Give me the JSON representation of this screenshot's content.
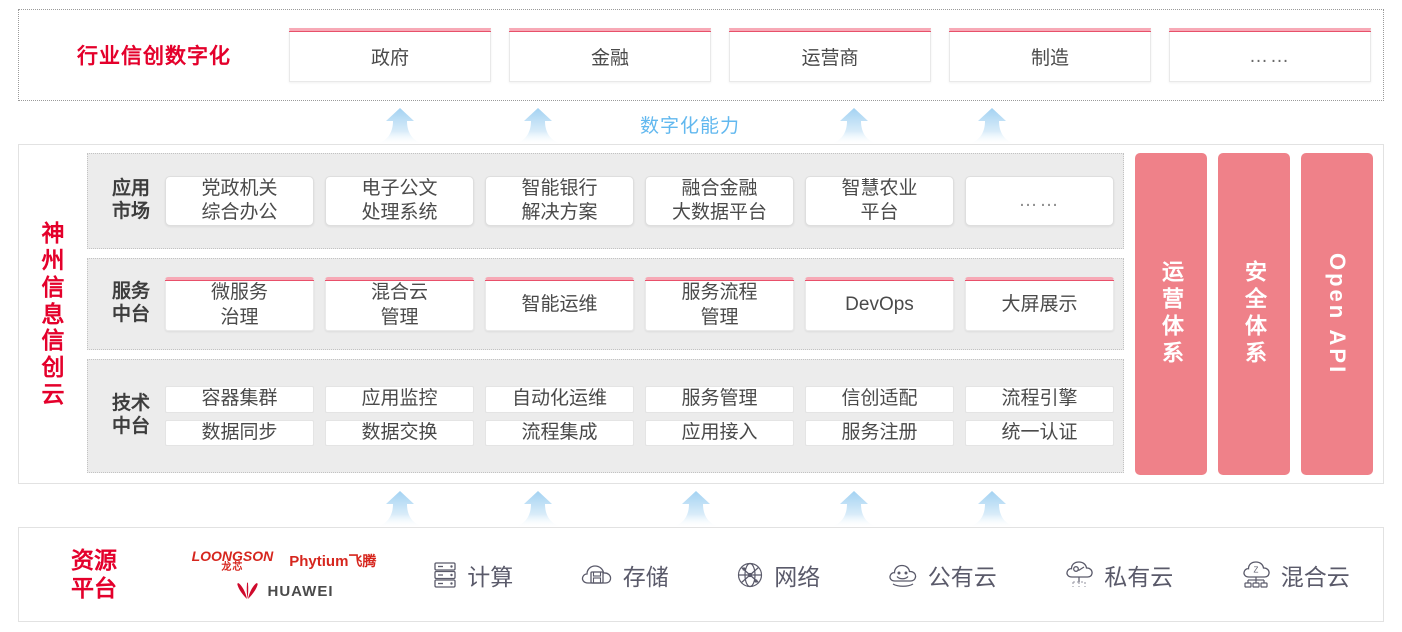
{
  "industry": {
    "title": "行业信创数字化",
    "boxes": [
      {
        "label": "政府"
      },
      {
        "label": "金融"
      },
      {
        "label": "运营商"
      },
      {
        "label": "制造"
      },
      {
        "label": "……"
      }
    ]
  },
  "capability": {
    "label": "数字化能力",
    "arrow_count_top": 4,
    "arrow_count_bottom": 5,
    "arrow_icon": "up-arrow-icon"
  },
  "cloud": {
    "title": "神州信息信创云",
    "title_chars": [
      "神",
      "州",
      "信",
      "息",
      "信",
      "创",
      "云"
    ],
    "layers": [
      {
        "key": "apps",
        "label": "应用市场",
        "label_chars": [
          "应用",
          "市场"
        ],
        "cells": [
          {
            "label": "党政机关\n综合办公",
            "lines": [
              "党政机关",
              "综合办公"
            ]
          },
          {
            "label": "电子公文\n处理系统",
            "lines": [
              "电子公文",
              "处理系统"
            ]
          },
          {
            "label": "智能银行\n解决方案",
            "lines": [
              "智能银行",
              "解决方案"
            ]
          },
          {
            "label": "融合金融\n大数据平台",
            "lines": [
              "融合金融",
              "大数据平台"
            ]
          },
          {
            "label": "智慧农业\n平台",
            "lines": [
              "智慧农业",
              "平台"
            ]
          },
          {
            "label": "……",
            "lines": [
              "……"
            ],
            "ghost": true
          }
        ]
      },
      {
        "key": "service",
        "label": "服务中台",
        "label_chars": [
          "服务",
          "中台"
        ],
        "cells": [
          {
            "label": "微服务\n治理",
            "lines": [
              "微服务",
              "治理"
            ],
            "pinktop": true
          },
          {
            "label": "混合云\n管理",
            "lines": [
              "混合云",
              "管理"
            ],
            "pinktop": true
          },
          {
            "label": "智能运维",
            "lines": [
              "智能运维"
            ],
            "pinktop": true
          },
          {
            "label": "服务流程\n管理",
            "lines": [
              "服务流程",
              "管理"
            ],
            "pinktop": true
          },
          {
            "label": "DevOps",
            "lines": [
              "DevOps"
            ],
            "pinktop": true
          },
          {
            "label": "大屏展示",
            "lines": [
              "大屏展示"
            ],
            "pinktop": true
          }
        ]
      },
      {
        "key": "tech",
        "label": "技术中台",
        "label_chars": [
          "技术",
          "中台"
        ],
        "rows": [
          [
            "容器集群",
            "应用监控",
            "自动化运维",
            "服务管理",
            "信创适配",
            "流程引擎"
          ],
          [
            "数据同步",
            "数据交换",
            "流程集成",
            "应用接入",
            "服务注册",
            "统一认证"
          ]
        ]
      }
    ],
    "pillars": [
      {
        "label": "运营体系",
        "type": "cjk"
      },
      {
        "label": "安全体系",
        "type": "cjk"
      },
      {
        "label": "Open API",
        "type": "latin"
      }
    ]
  },
  "resource": {
    "title": "资源平台",
    "title_lines": [
      "资源",
      "平台"
    ],
    "vendors": [
      {
        "name": "LOONGSON",
        "cn": "龙芯",
        "id": "loongson-logo"
      },
      {
        "name": "Phytium",
        "cn": "飞腾",
        "id": "phytium-logo"
      },
      {
        "name": "HUAWEI",
        "cn": "",
        "id": "huawei-logo"
      }
    ],
    "items": [
      {
        "label": "计算",
        "icon": "server-rack-icon"
      },
      {
        "label": "存储",
        "icon": "cloud-storage-icon"
      },
      {
        "label": "网络",
        "icon": "network-mesh-icon"
      },
      {
        "label": "公有云",
        "icon": "public-cloud-icon"
      },
      {
        "label": "私有云",
        "icon": "private-cloud-icon"
      },
      {
        "label": "混合云",
        "icon": "hybrid-cloud-icon"
      }
    ]
  },
  "colors": {
    "brand_red": "#e4002b",
    "pink_accent": "#f7a9b6",
    "pink_line": "#e8506a",
    "pillar_pink": "#ef8189",
    "arrow_blue": "#bfe0f5",
    "capability_blue": "#62b8ef",
    "band_gray": "#ececec"
  }
}
